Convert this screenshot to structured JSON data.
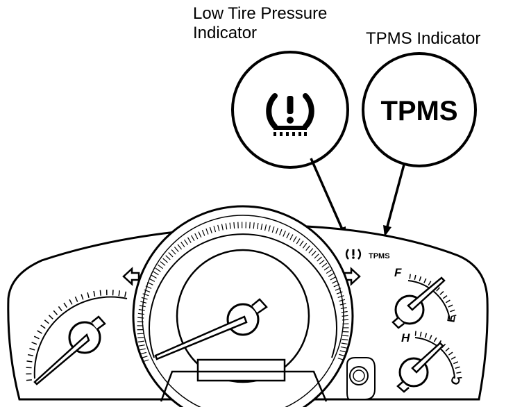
{
  "callouts": {
    "low_tire_pressure": {
      "line1": "Low Tire Pressure",
      "line2": "Indicator"
    },
    "tpms": {
      "label": "TPMS Indicator",
      "symbol_text": "TPMS"
    }
  },
  "cluster": {
    "tpms_text": "TPMS",
    "fuel_full": "F",
    "fuel_empty": "E",
    "temp_hot": "H",
    "temp_cold": "C"
  },
  "colors": {
    "ink": "#000000",
    "paper": "#ffffff"
  },
  "icons": [
    "low-tire-pressure-icon",
    "turn-signal-left-icon",
    "turn-signal-right-icon"
  ]
}
